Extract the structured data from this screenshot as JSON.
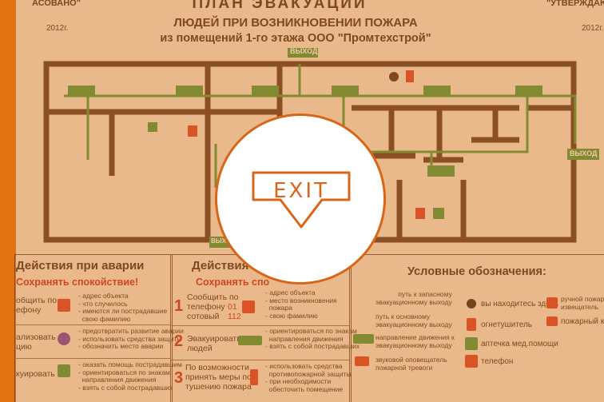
{
  "header": {
    "left_fragment": "АСОВАНО\"",
    "right_fragment": "\"УТВЕРЖДАЮ\"",
    "left_date": "2012г.",
    "right_date": "2012г.",
    "title_line1": "ПЛАН ЭВАКУАЦИИ",
    "title_line2": "ЛЮДЕЙ ПРИ ВОЗНИКНОВЕНИИ ПОЖАРА",
    "title_line3": "из помещений 1-го этажа ООО \"Промтехстрой\""
  },
  "plan": {
    "exit_top": "ВЫХОД",
    "exit_right": "ВЫХОД",
    "exit_bottom": "ВЫХОД"
  },
  "section_accident": {
    "title": "Действия при аварии",
    "subtitle": "Сохранять спокойствие!",
    "rows": [
      {
        "label": "общить по\nефону",
        "notes": "- адрес объекта\n- что случилось\n- имеются ли пострадавшие\n  свою фамилию"
      },
      {
        "label": "ализовать\nцию",
        "notes": "- предотвратить развитие аварии\n- использовать средства защиты\n- обозначить место аварии"
      },
      {
        "label": "куировать\n",
        "notes": "- оказать помощь пострадавшим\n- ориентироваться по знакам\n  направления движения\n- взять с собой пострадавших"
      }
    ]
  },
  "section_fire": {
    "title": "Действия",
    "subtitle": "Сохранять спо",
    "rows": [
      {
        "num": "1",
        "label": "Сообщить по\nтелефону\nсотовый",
        "phones": "01\n112",
        "notes": "- адрес объекта\n- место возникновения\n  пожара\n- свою фамилию"
      },
      {
        "num": "2",
        "label": "Эвакуировать\nлюдей",
        "notes": "- ориентироваться по знакам\n  направления движения\n- взять с собой пострадавших"
      },
      {
        "num": "3",
        "label": "По возможности\nпринять меры по\nтушению пожара",
        "notes": "- использовать средства\n  противопожарной защиты\n- при необходимости\n  обесточить помещение"
      }
    ]
  },
  "legend": {
    "title": "Условные обозначения:",
    "items_left": [
      "путь к запасному\nэвакуационному выходу",
      "путь к основному\nэвакуационному выходу",
      "направление движения к\nэвакуационному выходу",
      "звуковой оповещатель\nпожарной тревоги"
    ],
    "items_mid": [
      "вы находитесь здесь",
      "огнетушитель",
      "аптечка мед.помощи",
      "телефон"
    ],
    "items_right": [
      "ручной пожарный\nизвещатель",
      "пожарный кр"
    ]
  },
  "overlay": {
    "exit_label": "EXIT"
  },
  "colors": {
    "accent": "#e27312",
    "circle_border": "#d96618",
    "route_green": "#3f9a3a",
    "wall": "#4a3222"
  }
}
